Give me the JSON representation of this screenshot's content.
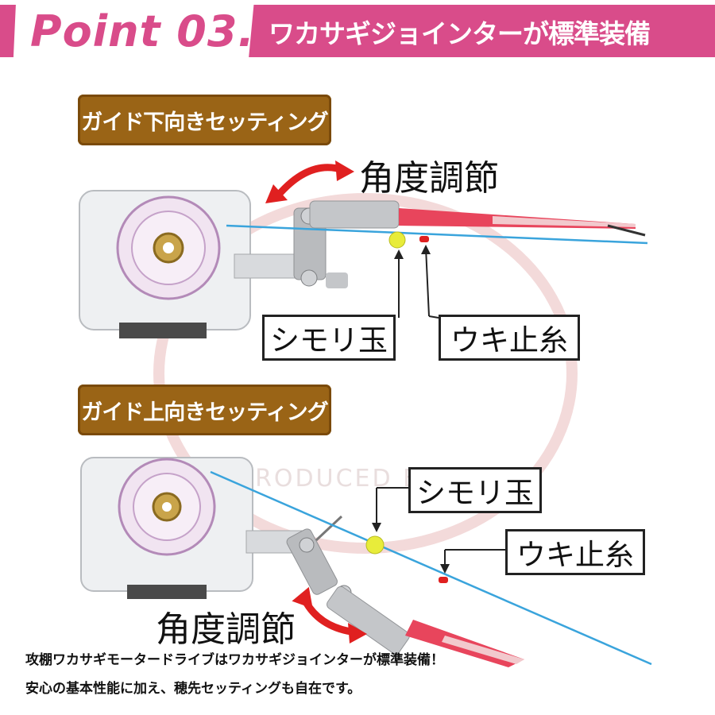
{
  "banner": {
    "point_label": "Point 03.",
    "title": "ワカサギジョインターが標準装備",
    "color": "#d94c8a"
  },
  "section_top": {
    "badge": "ガイド下向きセッティング",
    "angle_label": "角度調節",
    "callouts": [
      "シモリ玉",
      "ウキ止糸"
    ]
  },
  "section_bottom": {
    "badge": "ガイド上向きセッティング",
    "angle_label": "角度調節",
    "callouts": [
      "シモリ玉",
      "ウキ止糸"
    ]
  },
  "watermark": "PRODUCED BY",
  "caption": {
    "line1": "攻棚ワカサギモータードライブはワカサギジョインターが標準装備！",
    "line2": "安心の基本性能に加え、穂先セッティングも自在です。"
  },
  "colors": {
    "badge_brown": "#9a6416",
    "line_blue": "#3aa4dc",
    "bead_yellow": "#e8ec3a",
    "rod_red": "#e8455c",
    "arrow_red": "#e02020"
  }
}
